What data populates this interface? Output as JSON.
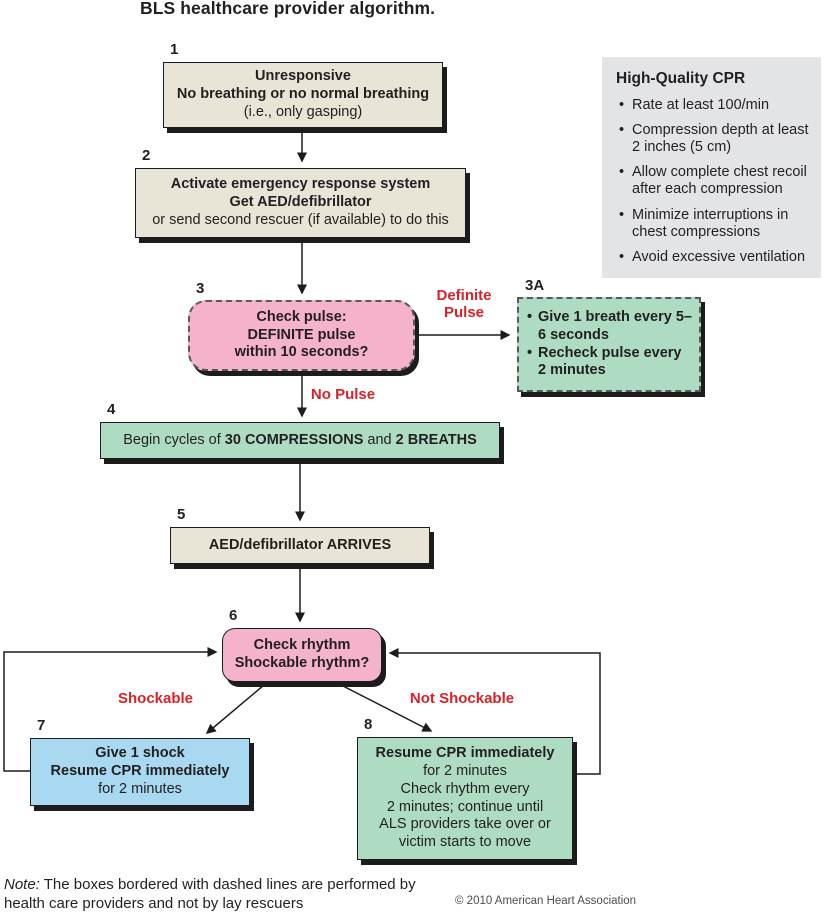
{
  "title": "BLS healthcare provider algorithm.",
  "colors": {
    "box_beige": "#e8e5d7",
    "box_green": "#aedcc3",
    "box_pink": "#f4b2cd",
    "box_blue": "#a8d9f0",
    "panel_gray": "#e3e4e6",
    "label_red": "#da2128",
    "ink": "#231f20"
  },
  "cpr_panel": {
    "title": "High-Quality CPR",
    "bullets": [
      "Rate at least 100/min",
      "Compression depth at least 2 inches (5 cm)",
      "Allow complete chest recoil after each compression",
      "Minimize interruptions in chest compressions",
      "Avoid excessive ventilation"
    ]
  },
  "nodes": {
    "n1": {
      "num": "1",
      "lines": [
        {
          "t": "Unresponsive",
          "b": true
        },
        {
          "t": "No breathing or no normal breathing",
          "b": true
        },
        {
          "t": "(i.e., only gasping)",
          "b": false
        }
      ]
    },
    "n2": {
      "num": "2",
      "lines": [
        {
          "t": "Activate emergency response system",
          "b": true
        },
        {
          "t": "Get AED/defibrillator",
          "b": true
        },
        {
          "t": "or send second rescuer (if available) to do this",
          "b": false
        }
      ]
    },
    "n3": {
      "num": "3",
      "lines": [
        {
          "t": "Check pulse:",
          "b": true
        },
        {
          "t": "DEFINITE pulse",
          "b": true
        },
        {
          "t": "within 10 seconds?",
          "b": true
        }
      ]
    },
    "n3a": {
      "num": "3A",
      "bullets": [
        "Give 1 breath every 5–6 seconds",
        "Recheck pulse every 2 minutes"
      ]
    },
    "n4": {
      "num": "4",
      "segments": [
        {
          "t": "Begin cycles of ",
          "b": false
        },
        {
          "t": "30 COMPRESSIONS",
          "b": true
        },
        {
          "t": " and ",
          "b": false
        },
        {
          "t": "2 BREATHS",
          "b": true
        }
      ]
    },
    "n5": {
      "num": "5",
      "lines": [
        {
          "t": "AED/defibrillator ARRIVES",
          "b": true
        }
      ]
    },
    "n6": {
      "num": "6",
      "lines": [
        {
          "t": "Check rhythm",
          "b": true
        },
        {
          "t": "Shockable rhythm?",
          "b": true
        }
      ]
    },
    "n7": {
      "num": "7",
      "lines": [
        {
          "t": "Give 1 shock",
          "b": true
        },
        {
          "t": "Resume CPR immediately",
          "b": true
        },
        {
          "t": "for 2 minutes",
          "b": false
        }
      ]
    },
    "n8": {
      "num": "8",
      "lines": [
        {
          "t": "Resume CPR immediately",
          "b": true
        },
        {
          "t": "for 2 minutes",
          "b": false
        },
        {
          "t": "Check rhythm every",
          "b": false
        },
        {
          "t": "2 minutes; continue until",
          "b": false
        },
        {
          "t": "ALS providers take over or",
          "b": false
        },
        {
          "t": "victim starts to move",
          "b": false
        }
      ]
    }
  },
  "edge_labels": {
    "definite_pulse": "Definite Pulse",
    "no_pulse": "No Pulse",
    "shockable": "Shockable",
    "not_shockable": "Not Shockable"
  },
  "footer": {
    "note_prefix": "Note:",
    "note_text": " The boxes bordered with dashed lines are performed by health care providers and not by lay rescuers",
    "copyright": "© 2010 American Heart Association"
  }
}
